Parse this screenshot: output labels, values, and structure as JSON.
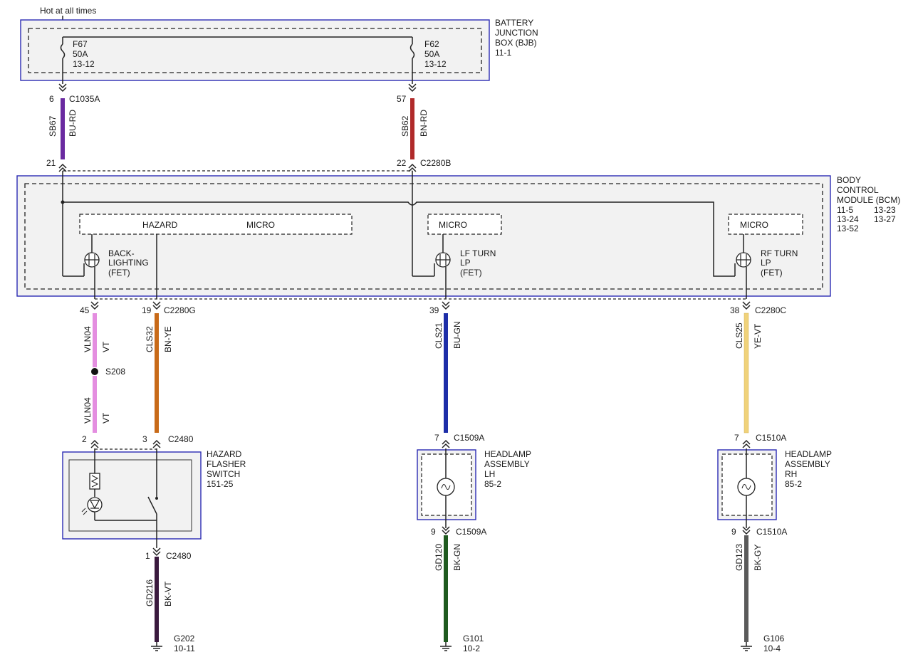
{
  "hot_label": "Hot at all times",
  "bjb": {
    "title": [
      "BATTERY",
      "JUNCTION",
      "BOX (BJB)",
      "11-1"
    ],
    "fuse_left": [
      "F67",
      "50A",
      "13-12"
    ],
    "fuse_right": [
      "F62",
      "50A",
      "13-12"
    ]
  },
  "bcm": {
    "title": [
      "BODY",
      "CONTROL",
      "MODULE (BCM)"
    ],
    "refs_left": [
      "11-5",
      "13-24",
      "13-52"
    ],
    "refs_right": [
      "13-23",
      "13-27"
    ],
    "hazard_label": "HAZARD",
    "micro_label": "MICRO",
    "backlighting": [
      "BACK-",
      "LIGHTING",
      "(FET)"
    ],
    "lf_turn": [
      "LF TURN",
      "LP",
      "(FET)"
    ],
    "rf_turn": [
      "RF TURN",
      "LP",
      "(FET)"
    ]
  },
  "wires": {
    "sb67": {
      "circuit": "SB67",
      "color": "BU-RD",
      "pin_top": "6",
      "conn_top": "C1035A",
      "pin_bottom": "21"
    },
    "sb62": {
      "circuit": "SB62",
      "color": "BN-RD",
      "pin_top": "57",
      "pin_bottom": "22",
      "conn_bottom": "C2280B"
    },
    "vln04_upper": {
      "circuit": "VLN04",
      "color": "VT",
      "pin_top": "45"
    },
    "splice": "S208",
    "vln04_lower": {
      "circuit": "VLN04",
      "color": "VT",
      "pin_bottom": "2"
    },
    "cls32": {
      "circuit": "CLS32",
      "color": "BN-YE",
      "pin_top": "19",
      "conn_top": "C2280G",
      "pin_bottom": "3",
      "conn_bottom": "C2480"
    },
    "cls21": {
      "circuit": "CLS21",
      "color": "BU-GN",
      "pin_top": "39",
      "pin_bottom": "7",
      "conn_bottom": "C1509A"
    },
    "cls25": {
      "circuit": "CLS25",
      "color": "YE-VT",
      "pin_top": "38",
      "conn_top": "C2280C",
      "pin_bottom": "7",
      "conn_bottom": "C1510A"
    },
    "gd216": {
      "circuit": "GD216",
      "color": "BK-VT",
      "pin_top": "1",
      "conn_top": "C2480"
    },
    "gd120": {
      "circuit": "GD120",
      "color": "BK-GN",
      "pin_top": "9",
      "conn_top": "C1509A"
    },
    "gd123": {
      "circuit": "GD123",
      "color": "BK-GY",
      "pin_top": "9",
      "conn_top": "C1510A"
    }
  },
  "hazard_switch": {
    "title": [
      "HAZARD",
      "FLASHER",
      "SWITCH",
      "151-25"
    ]
  },
  "headlamp_lh": {
    "title": [
      "HEADLAMP",
      "ASSEMBLY",
      "LH",
      "85-2"
    ]
  },
  "headlamp_rh": {
    "title": [
      "HEADLAMP",
      "ASSEMBLY",
      "RH",
      "85-2"
    ]
  },
  "grounds": {
    "g202": [
      "G202",
      "10-11"
    ],
    "g101": [
      "G101",
      "10-2"
    ],
    "g106": [
      "G106",
      "10-4"
    ]
  },
  "colors": {
    "BU-RD": "#6a2aa0",
    "BN-RD": "#b02a2a",
    "VT": "#e48ee0",
    "BN-YE": "#c86a18",
    "BU-GN": "#1d2ea8",
    "YE-VT": "#f0d27a",
    "BK-VT": "#3a1a3e",
    "BK-GN": "#1f5a1f",
    "BK-GY": "#5a5a5a"
  }
}
